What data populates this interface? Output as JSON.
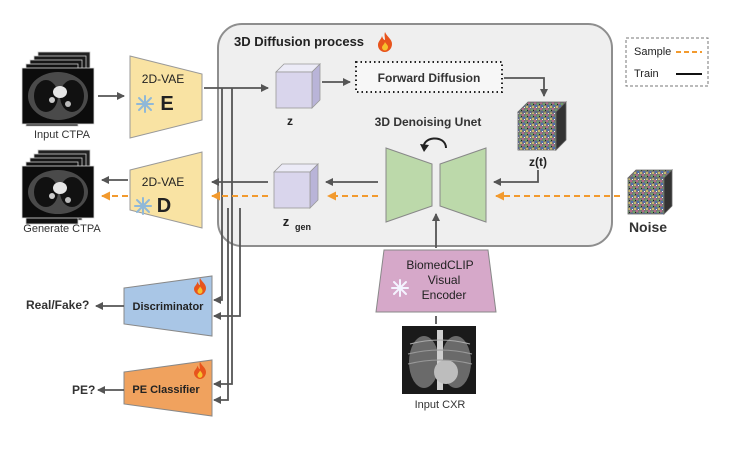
{
  "diffusion_box": {
    "title": "3D Diffusion process"
  },
  "legend": {
    "sample": "Sample",
    "train": "Train"
  },
  "encoder": {
    "label": "2D-VAE",
    "letter": "E"
  },
  "decoder": {
    "label": "2D-VAE",
    "letter": "D"
  },
  "input_ctpa": {
    "caption": "Input CTPA"
  },
  "generate_ctpa": {
    "caption": "Generate CTPA"
  },
  "latent": {
    "z": "z",
    "zt": "z(t)",
    "zgen_main": "z",
    "zgen_sub": "gen"
  },
  "forward_diffusion": {
    "label": "Forward Diffusion"
  },
  "unet": {
    "label": "3D Denoising Unet"
  },
  "noise": {
    "label": "Noise"
  },
  "biomedclip": {
    "line1": "BiomedCLIP",
    "line2": "Visual",
    "line3": "Encoder"
  },
  "input_cxr": {
    "caption": "Input CXR"
  },
  "discriminator": {
    "label": "Discriminator",
    "output": "Real/Fake?"
  },
  "pe_classifier": {
    "label": "PE Classifier",
    "output": "PE?"
  },
  "colors": {
    "vae": "#f9e3a3",
    "latent_cube": "#d9d5ec",
    "unet": "#bcd9aa",
    "biomedclip": "#d6a8c9",
    "discriminator": "#a9c6e6",
    "pe_classifier": "#f0a25e",
    "sample_arrow": "#f29a2e",
    "train_arrow": "#555555"
  }
}
